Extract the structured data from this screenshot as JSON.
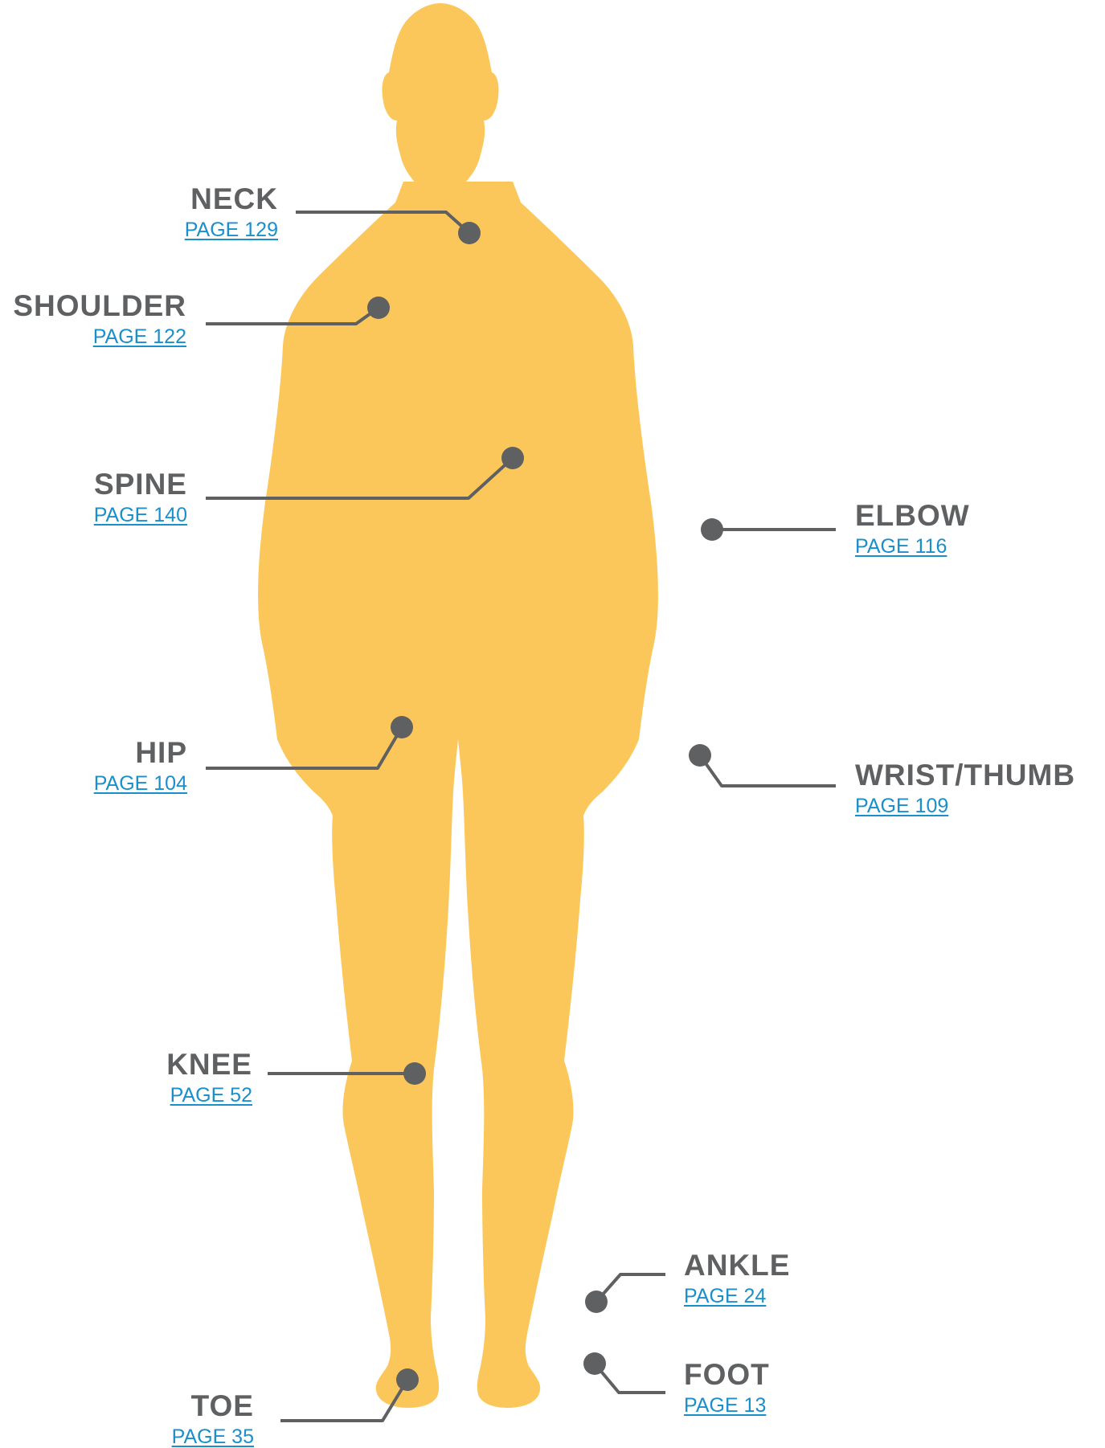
{
  "colors": {
    "silhouette": "#fcc75a",
    "leader": "#5f6062",
    "label": "#5f6062",
    "link": "#1a8fcc"
  },
  "labels": {
    "neck": {
      "name": "NECK",
      "page": "PAGE 129"
    },
    "shoulder": {
      "name": "SHOULDER",
      "page": "PAGE 122"
    },
    "spine": {
      "name": "SPINE",
      "page": "PAGE 140"
    },
    "hip": {
      "name": "HIP",
      "page": "PAGE 104"
    },
    "knee": {
      "name": "KNEE",
      "page": "PAGE 52"
    },
    "toe": {
      "name": "TOE",
      "page": "PAGE 35"
    },
    "elbow": {
      "name": "ELBOW",
      "page": "PAGE 116"
    },
    "wrist": {
      "name": "WRIST/THUMB",
      "page": "PAGE 109"
    },
    "ankle": {
      "name": "ANKLE",
      "page": "PAGE 24"
    },
    "foot": {
      "name": "FOOT",
      "page": "PAGE 13"
    }
  }
}
